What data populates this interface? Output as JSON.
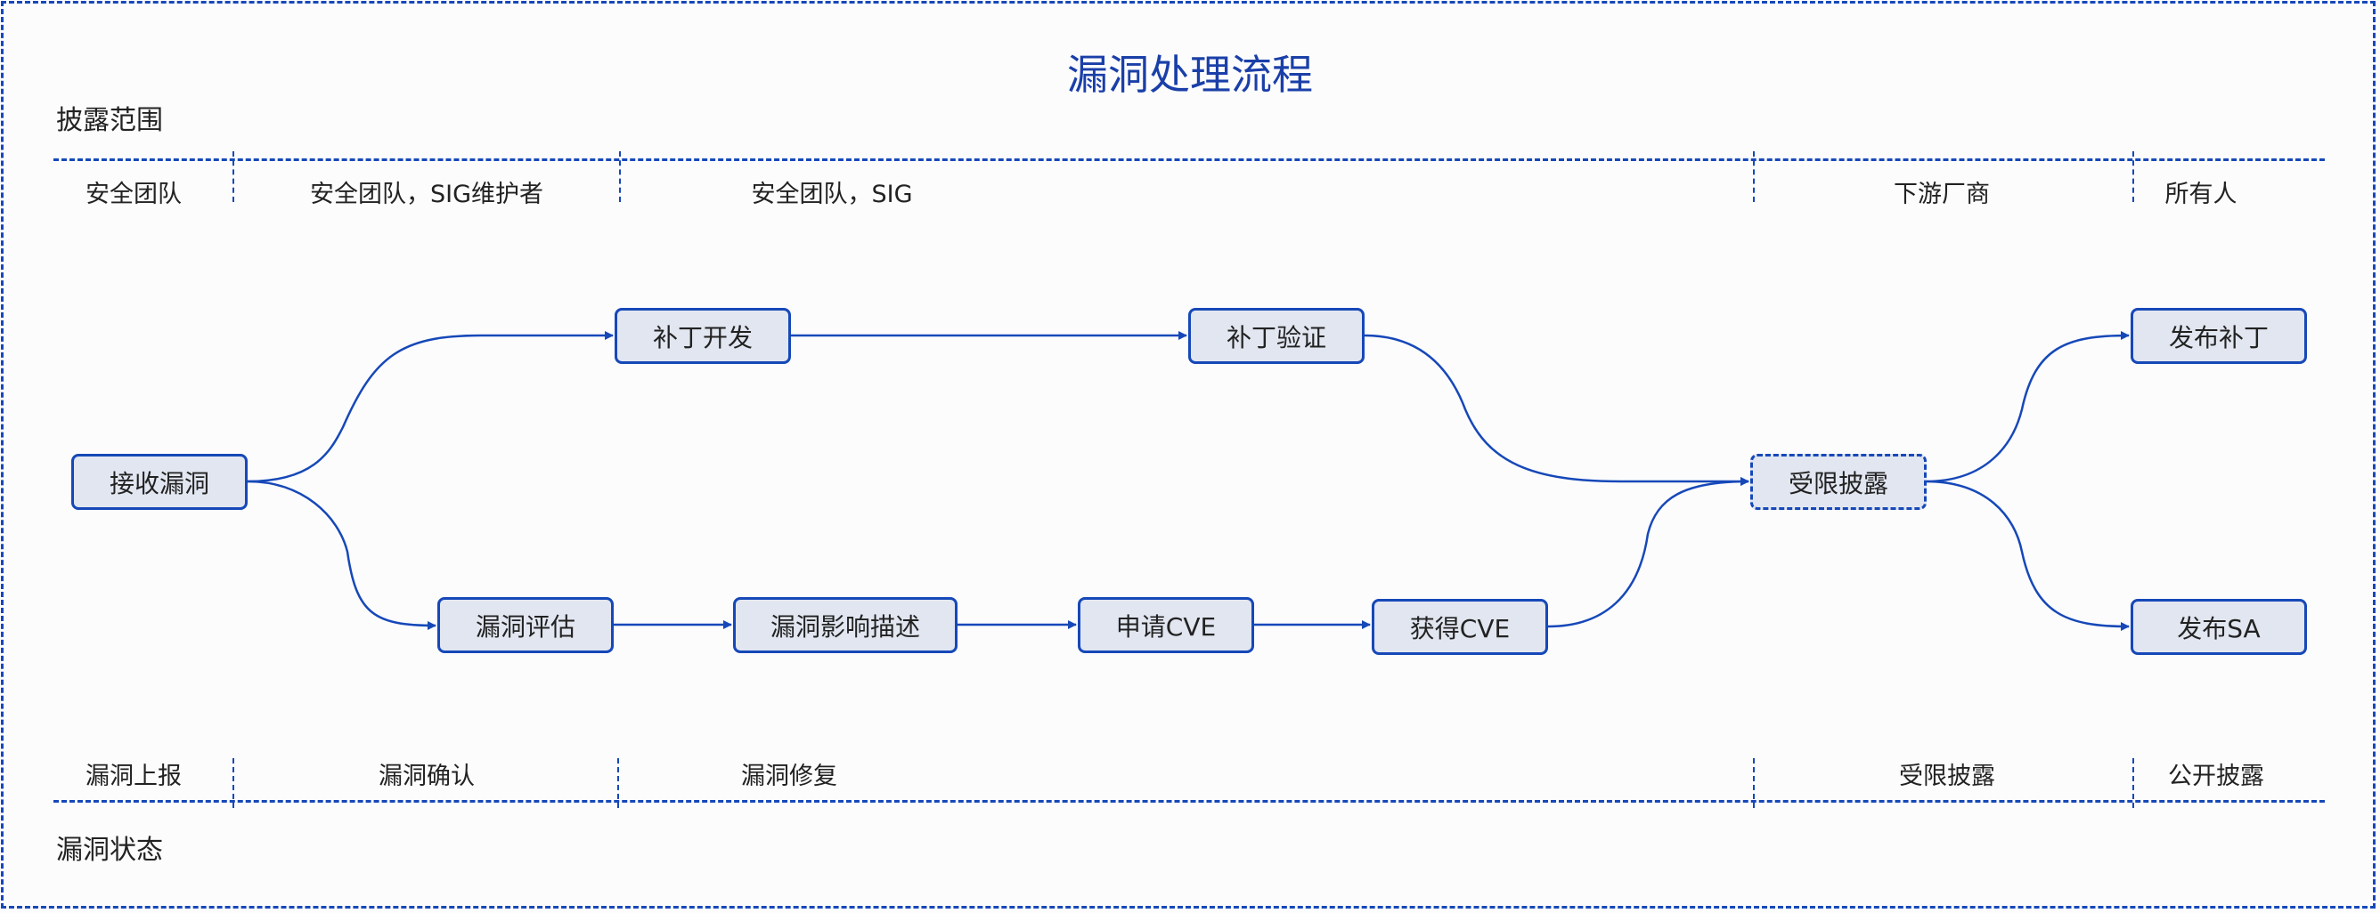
{
  "title": "漏洞处理流程",
  "colors": {
    "accent": "#1648b8",
    "node_fill": "#e1e6f0",
    "title": "#1a3fa8"
  },
  "disclosure_scope": {
    "label": "披露范围",
    "lanes": [
      "安全团队",
      "安全团队，SIG维护者",
      "安全团队，SIG",
      "下游厂商",
      "所有人"
    ]
  },
  "vuln_status": {
    "label": "漏洞状态",
    "lanes": [
      "漏洞上报",
      "漏洞确认",
      "漏洞修复",
      "受限披露",
      "公开披露"
    ]
  },
  "nodes": {
    "receive": "接收漏洞",
    "patch_dev": "补丁开发",
    "patch_verify": "补丁验证",
    "assess": "漏洞评估",
    "impact": "漏洞影响描述",
    "apply_cve": "申请CVE",
    "get_cve": "获得CVE",
    "limited": "受限披露",
    "publish_patch": "发布补丁",
    "publish_sa": "发布SA"
  },
  "edges": [
    [
      "receive",
      "patch_dev"
    ],
    [
      "receive",
      "assess"
    ],
    [
      "patch_dev",
      "patch_verify"
    ],
    [
      "assess",
      "impact"
    ],
    [
      "impact",
      "apply_cve"
    ],
    [
      "apply_cve",
      "get_cve"
    ],
    [
      "patch_verify",
      "limited"
    ],
    [
      "get_cve",
      "limited"
    ],
    [
      "limited",
      "publish_patch"
    ],
    [
      "limited",
      "publish_sa"
    ]
  ]
}
